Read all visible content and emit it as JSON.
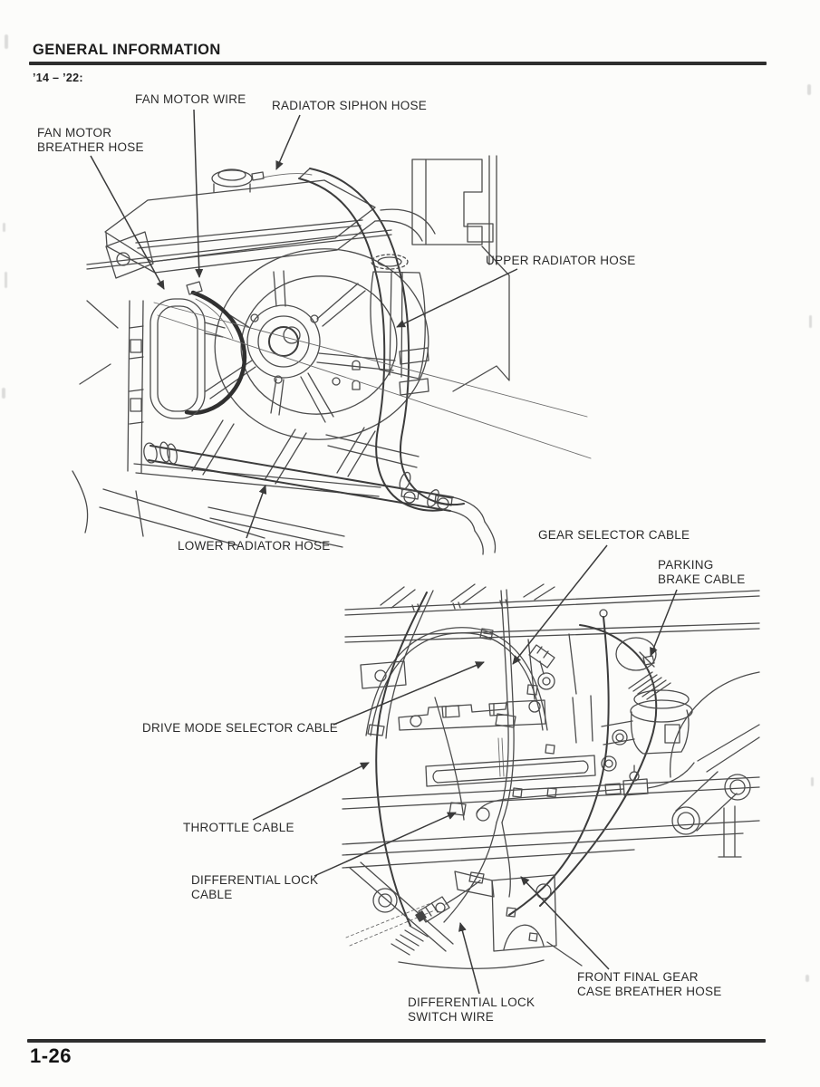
{
  "page": {
    "title": "GENERAL INFORMATION",
    "model_years": "’14 – ’22:",
    "page_number": "1-26"
  },
  "figure_top": {
    "labels": {
      "fan_motor_wire": "FAN MOTOR WIRE",
      "radiator_siphon_hose": "RADIATOR SIPHON HOSE",
      "fan_motor_breather_hose": "FAN MOTOR\nBREATHER HOSE",
      "upper_radiator_hose": "UPPER RADIATOR HOSE",
      "lower_radiator_hose": "LOWER RADIATOR HOSE"
    }
  },
  "figure_bottom": {
    "labels": {
      "gear_selector_cable": "GEAR SELECTOR CABLE",
      "parking_brake_cable": "PARKING\nBRAKE CABLE",
      "drive_mode_selector_cable": "DRIVE MODE SELECTOR CABLE",
      "throttle_cable": "THROTTLE CABLE",
      "differential_lock_cable": "DIFFERENTIAL LOCK\nCABLE",
      "differential_lock_switch_wire": "DIFFERENTIAL LOCK\nSWITCH WIRE",
      "front_final_gear_case_breather_hose": "FRONT FINAL GEAR\nCASE BREATHER HOSE"
    }
  }
}
